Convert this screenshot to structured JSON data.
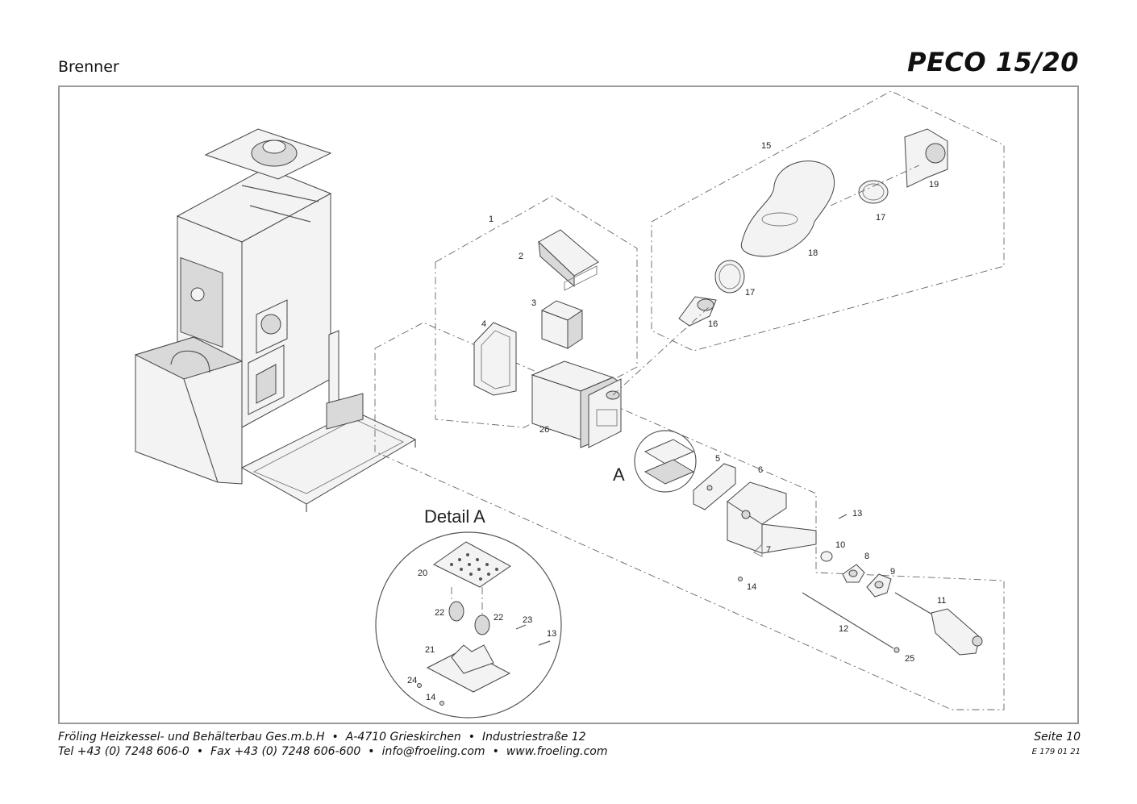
{
  "header": {
    "section": "Brenner",
    "model": "PECO 15/20"
  },
  "drawing": {
    "detail_title": "Detail A",
    "detail_marker": "A",
    "callouts": [
      "1",
      "2",
      "3",
      "4",
      "5",
      "6",
      "7",
      "8",
      "9",
      "10",
      "11",
      "12",
      "13",
      "14",
      "15",
      "16",
      "17",
      "17",
      "18",
      "19",
      "20",
      "21",
      "22",
      "22",
      "23",
      "24",
      "25",
      "26",
      "13",
      "14"
    ]
  },
  "footer": {
    "line1": {
      "company": "Fröling Heizkessel- und Behälterbau Ges.m.b.H",
      "address": "A-4710 Grieskirchen",
      "street": "Industriestraße 12"
    },
    "line2": {
      "tel": "Tel +43 (0) 7248 606-0",
      "fax": "Fax +43 (0) 7248 606-600",
      "email": "info@froeling.com",
      "web": "www.froeling.com"
    },
    "separator": "•",
    "page": "Seite 10",
    "doc_code": "E 179 01 21"
  }
}
